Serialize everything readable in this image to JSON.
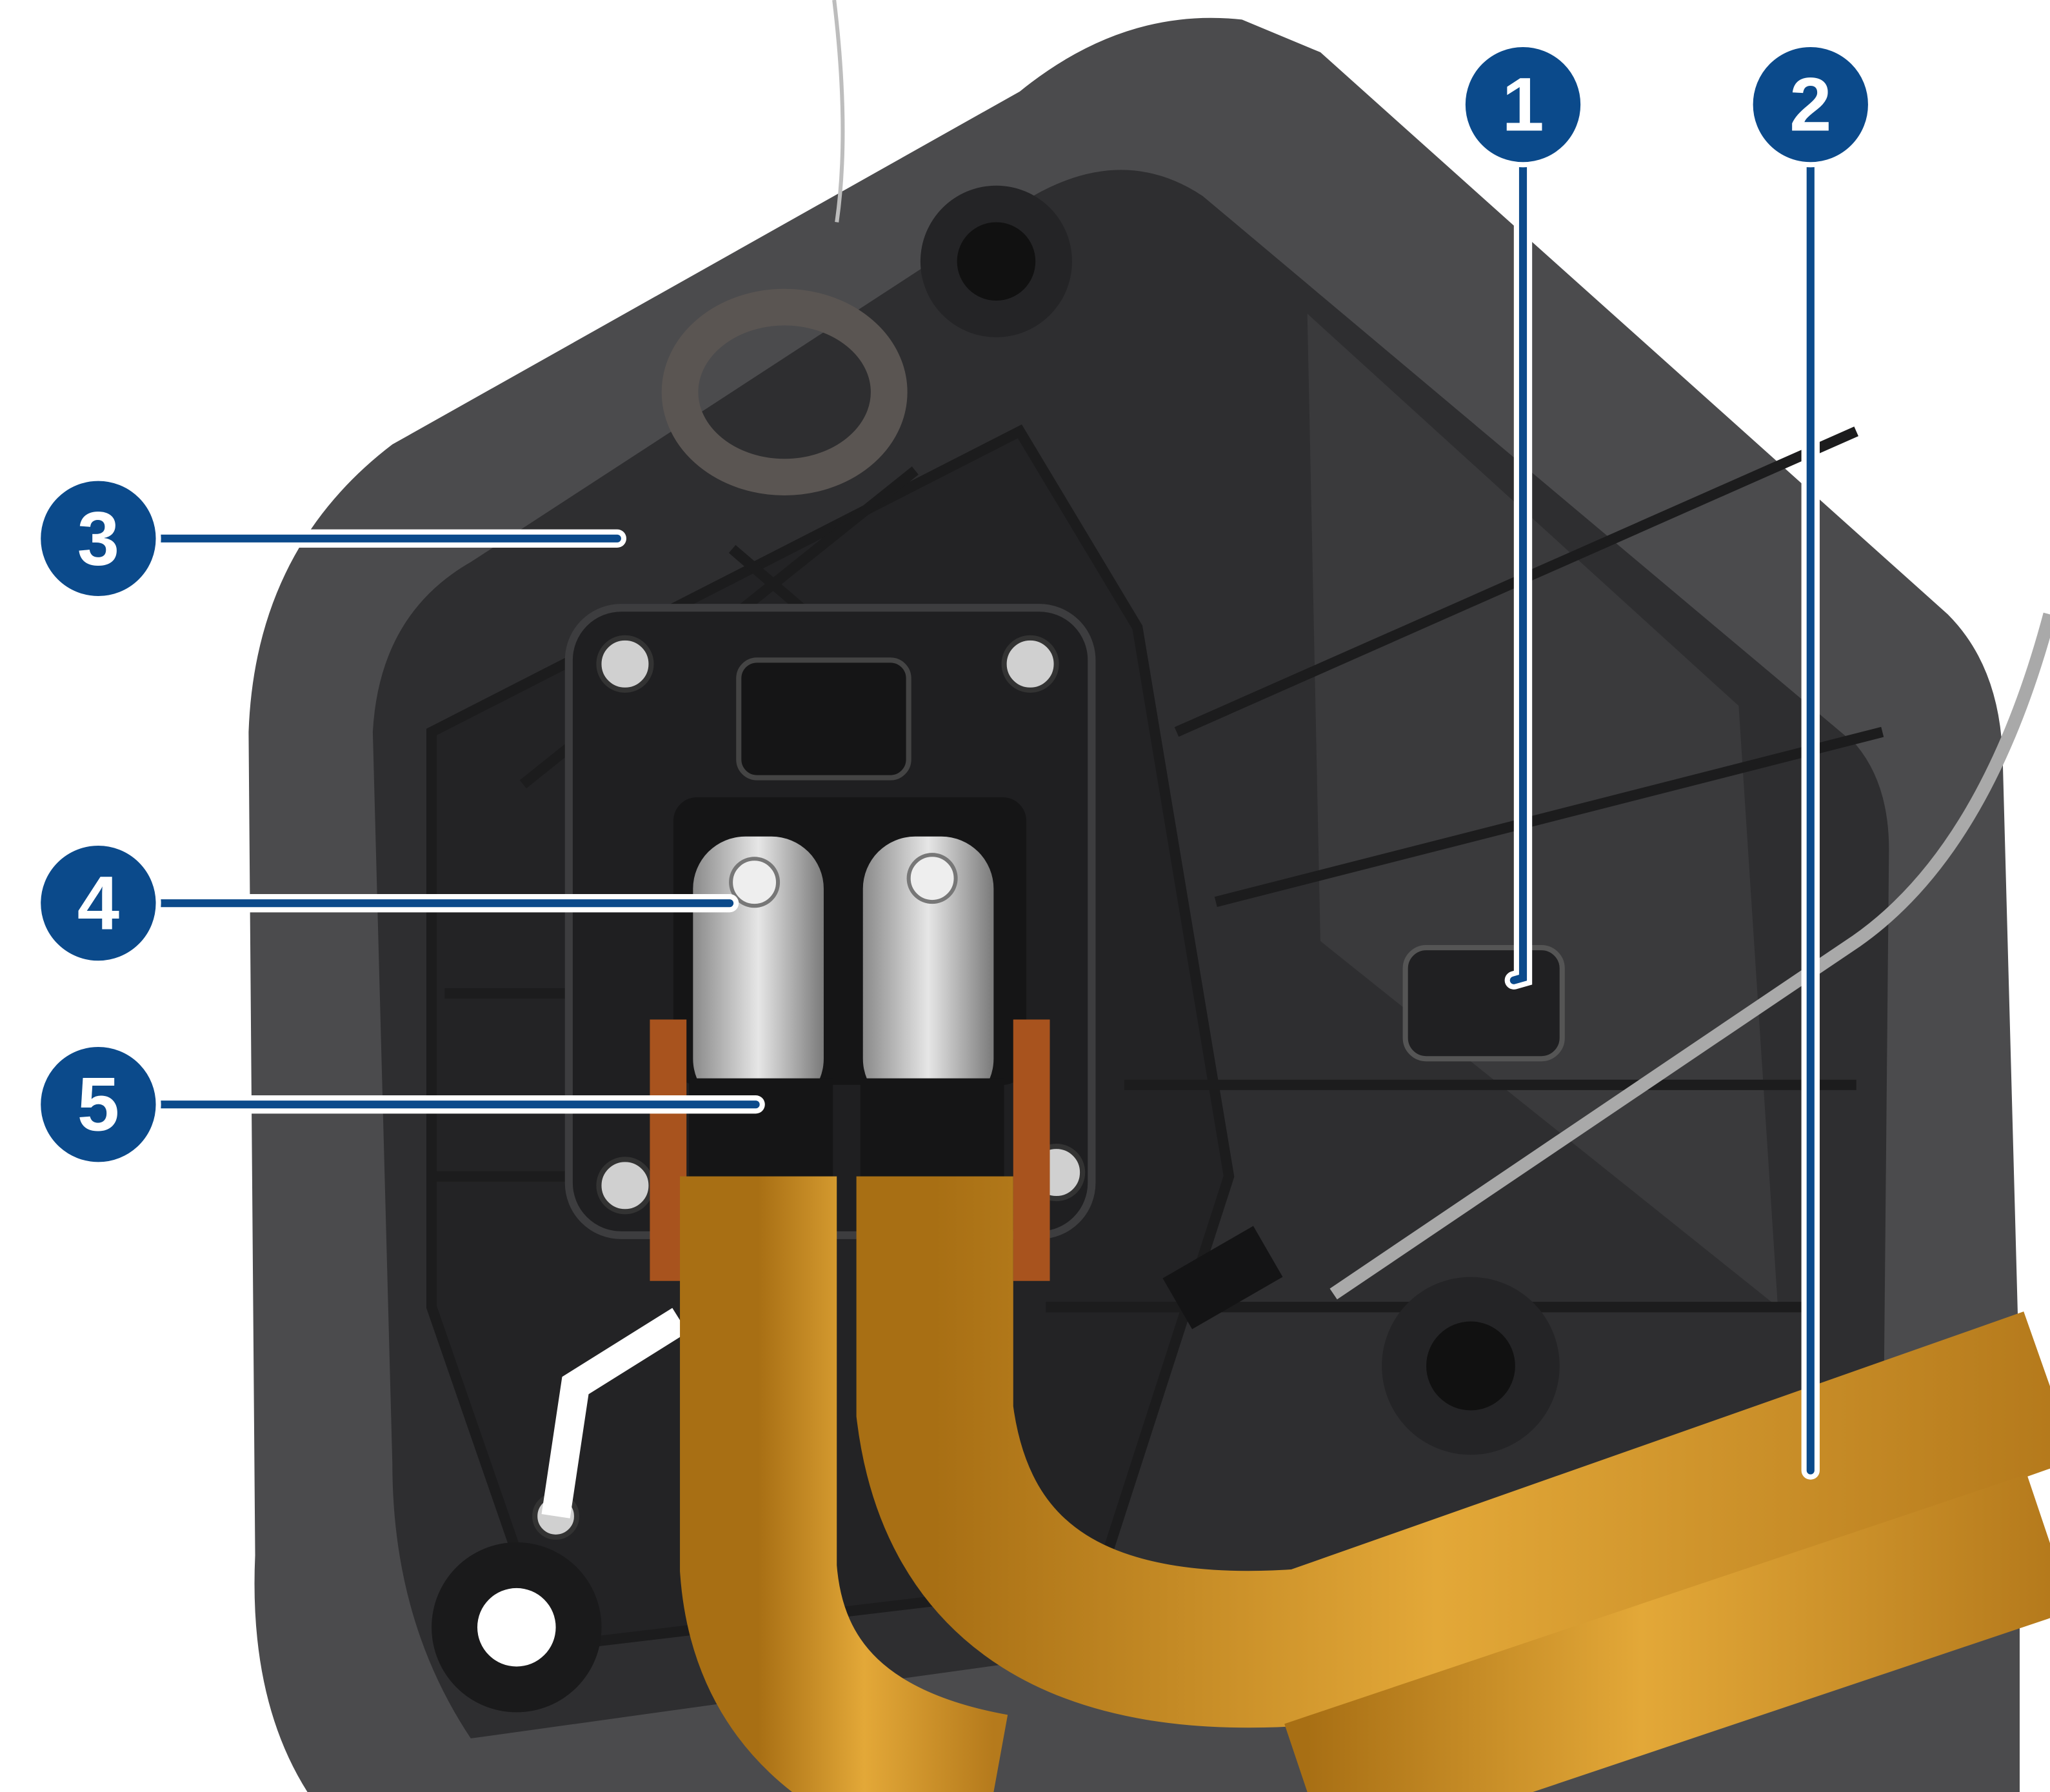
{
  "diagram": {
    "callouts": [
      {
        "number": "1"
      },
      {
        "number": "2"
      },
      {
        "number": "3"
      },
      {
        "number": "4"
      },
      {
        "number": "5"
      }
    ],
    "colors": {
      "callout_fill": "#0b4a8b",
      "callout_outline": "#ffffff",
      "housing": "#4a4a4c",
      "recess": "#2b2b2d",
      "cable": "#d9962a",
      "metal": "#b8b8b8"
    }
  }
}
